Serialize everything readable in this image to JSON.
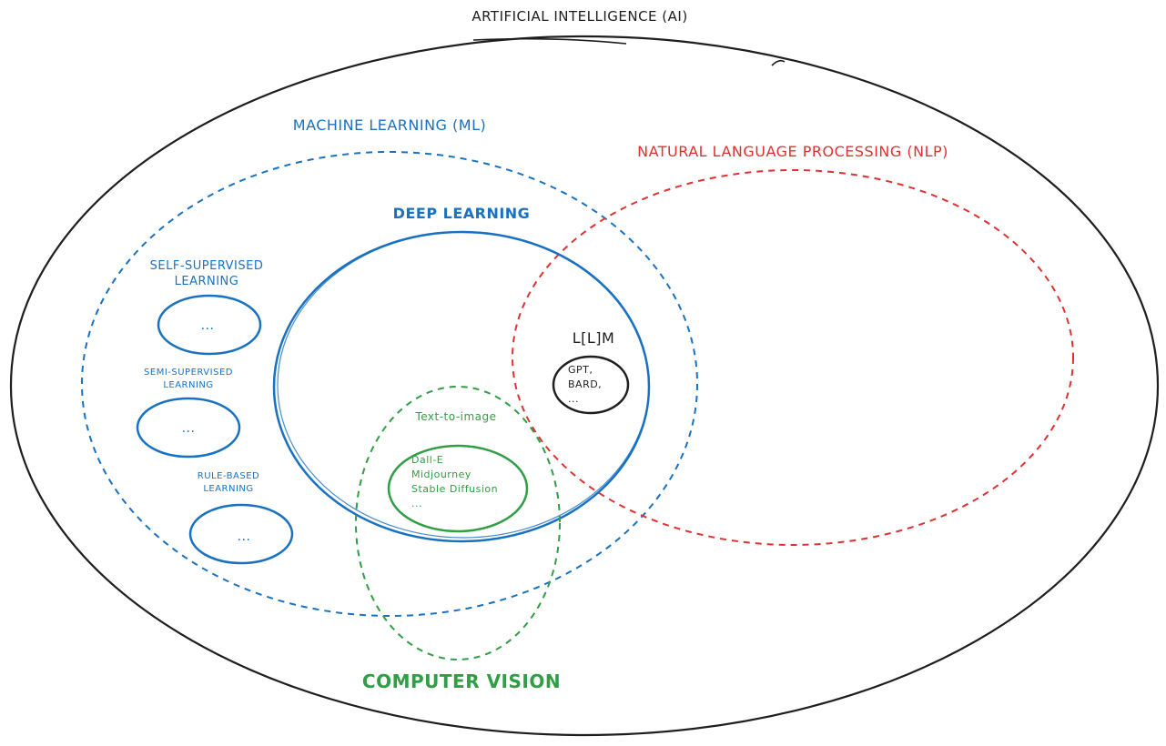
{
  "labels": {
    "ai": "ARTIFICIAL INTELLIGENCE (AI)",
    "ml": "MACHINE LEARNING (ML)",
    "nlp": "NATURAL LANGUAGE PROCESSING (NLP)",
    "dl": "DEEP LEARNING",
    "ssl": "SELF-SUPERVISED\nLEARNING",
    "semi": "SEMI-SUPERVISED\nLEARNING",
    "rule": "RULE-BASED\nLEARNING",
    "ssl_items": "...",
    "semi_items": "...",
    "rule_items": "...",
    "llm": "L[L]M",
    "llm_items": "GPT,\nBARD,\n...",
    "t2i": "Text-to-image",
    "t2i_items": "Dall-E\nMidjourney\nStable Diffusion\n...",
    "cv": "COMPUTER VISION"
  },
  "colors": {
    "black": "#1e1e1e",
    "blue": "#1971c2",
    "red": "#e03131",
    "green": "#2f9e44"
  }
}
